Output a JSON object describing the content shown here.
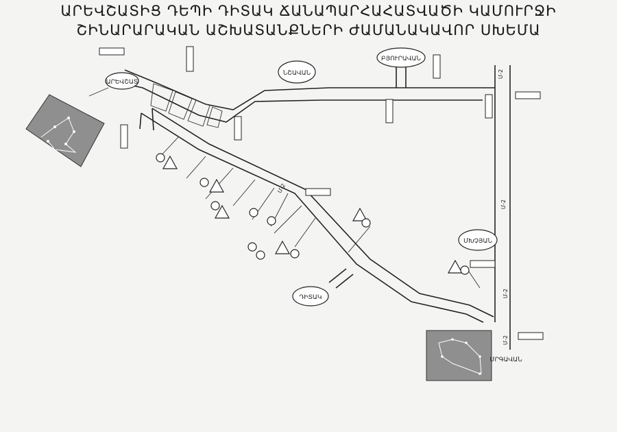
{
  "title": {
    "line1": "ԱՐԵՎՇԱՏԻՑ ԴԵՊԻ ԴԻՏԱԿ ՃԱՆԱՊԱՐՀԱՀԱՏՎԱԾԻ ԿԱՄՈՒՐՋԻ",
    "line2": "ՇԻՆԱՐԱՐԱԿԱՆ ԱՇԽԱՏԱՆՔՆԵՐԻ ԺԱՄԱՆԱԿԱՎՈՐ ՍԽԵՄԱ"
  },
  "places": {
    "arevshat": "ԱՐԵՎՇԱՏ",
    "nshavan": "ՆՇԱՎԱՆ",
    "byuravan": "ԲՅՈՒՐԱՎԱՆ",
    "ditak": "ԴԻՏԱԿ",
    "mkhchyan": "ՄԽՉՅԱՆ",
    "mrgavan": "ՄՐԳԱՎԱՆ"
  },
  "road_codes": {
    "m2_a": "Մ-2",
    "m2_b": "Մ-2",
    "m2_c": "Մ-2",
    "m2_d": "Մ-2",
    "m2_e": "Մ-2"
  },
  "colors": {
    "ink": "#222222",
    "paper": "#f4f4f2",
    "inset": "#8f8f8f"
  },
  "icons": [
    "direction-arrow-sign-icon",
    "warning-triangle-icon",
    "no-entry-sign-icon",
    "speed-limit-sign-icon"
  ]
}
